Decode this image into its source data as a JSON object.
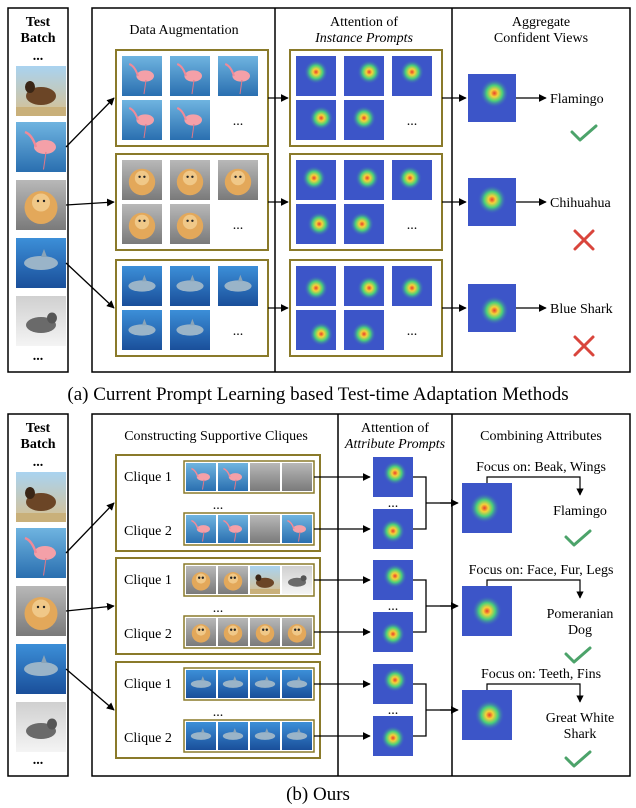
{
  "panel_a": {
    "test_batch": [
      "Test",
      "Batch"
    ],
    "dots": "...",
    "col1_title": "Data Augmentation",
    "col2_title": [
      "Attention of",
      "Instance Prompts"
    ],
    "col3_title": [
      "Aggregate",
      "Confident Views"
    ],
    "row_ellipsis": "...",
    "predictions": [
      {
        "label": "Flamingo",
        "correct": true
      },
      {
        "label": "Chihuahua",
        "correct": false
      },
      {
        "label": "Blue Shark",
        "correct": false
      }
    ],
    "caption": "(a) Current Prompt Learning based Test-time Adaptation Methods"
  },
  "panel_b": {
    "test_batch": [
      "Test",
      "Batch"
    ],
    "dots": "...",
    "col1_title": "Constructing Supportive Cliques",
    "col2_title": [
      "Attention of",
      "Attribute Prompts"
    ],
    "col3_title": "Combining Attributes",
    "clique_labels": [
      "Clique 1",
      "Clique 2"
    ],
    "ellipsis": "...",
    "groups": [
      {
        "focus": "Focus on: Beak, Wings",
        "label": [
          "Flamingo"
        ],
        "correct": true
      },
      {
        "focus": "Focus on: Face, Fur, Legs",
        "label": [
          "Pomeranian",
          "Dog"
        ],
        "correct": true
      },
      {
        "focus": "Focus on: Teeth, Fins",
        "label": [
          "Great White",
          "Shark"
        ],
        "correct": true
      }
    ],
    "caption": "(b) Ours"
  },
  "colors": {
    "box": "#8a7a2a",
    "check": "#4ca36a",
    "cross": "#d9453c",
    "attn": "#3c55c8"
  },
  "images": [
    "german-shepherd",
    "flamingo",
    "pomeranian",
    "shark",
    "wolf"
  ]
}
